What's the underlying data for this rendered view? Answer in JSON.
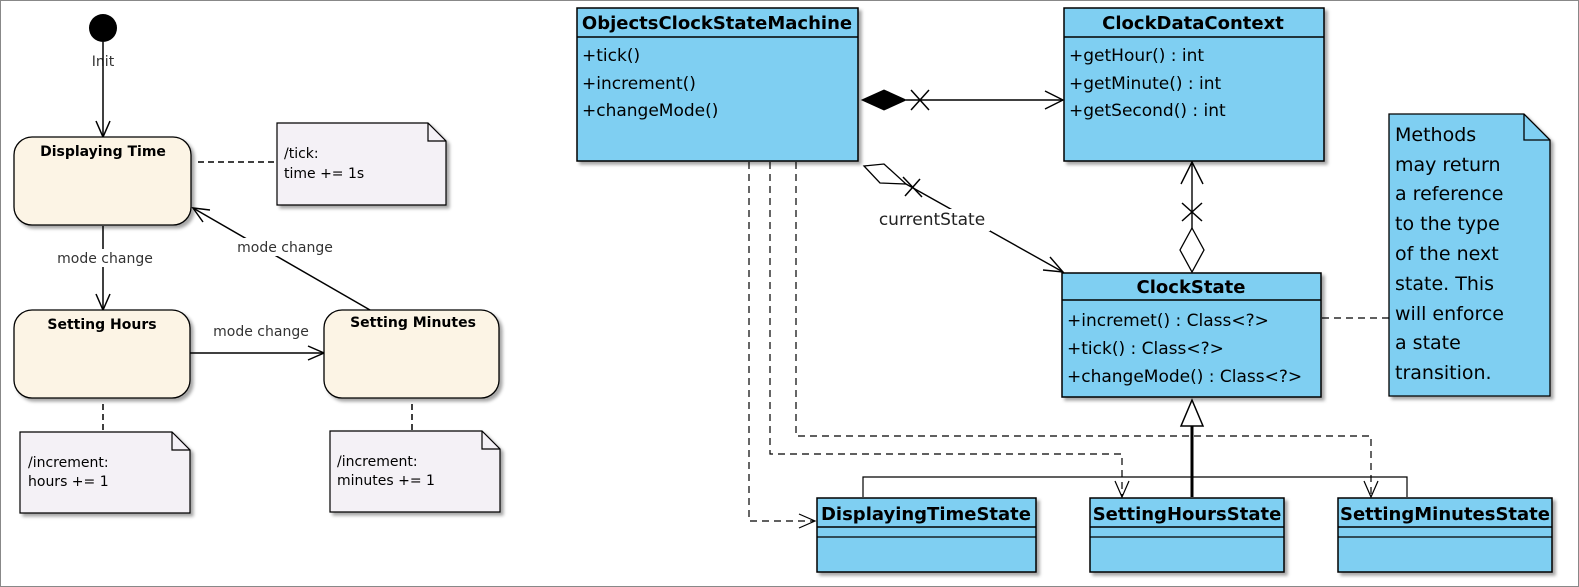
{
  "colors": {
    "state_fill": "#fcf4e5",
    "note_fill": "#f4f1f6",
    "class_fill": "#7fcff2",
    "line": "#000000"
  },
  "state_machine": {
    "init_label": "Init",
    "states": {
      "displaying_time": "Displaying Time",
      "setting_hours": "Setting Hours",
      "setting_minutes": "Setting Minutes"
    },
    "transitions": {
      "dt_to_sh": "mode change",
      "sh_to_sm": "mode change",
      "sm_to_dt": "mode change"
    },
    "notes": {
      "tick": [
        "/tick:",
        "time += 1s"
      ],
      "hours": [
        "/increment:",
        "hours += 1"
      ],
      "minutes": [
        "/increment:",
        "minutes += 1"
      ]
    }
  },
  "class_diagram": {
    "objects_clock_state_machine": {
      "name": "ObjectsClockStateMachine",
      "members": [
        "+tick()",
        "+increment()",
        "+changeMode()"
      ]
    },
    "clock_data_context": {
      "name": "ClockDataContext",
      "members": [
        "+getHour() : int",
        "+getMinute() : int",
        "+getSecond() : int"
      ]
    },
    "clock_state": {
      "name": "ClockState",
      "members": [
        "+incremet() : Class<?>",
        "+tick() : Class<?>",
        "+changeMode() : Class<?>"
      ]
    },
    "displaying_time_state": {
      "name": "DisplayingTimeState"
    },
    "setting_hours_state": {
      "name": "SettingHoursState"
    },
    "setting_minutes_state": {
      "name": "SettingMinutesState"
    },
    "association_label": "currentState",
    "note_lines": [
      "Methods",
      "may return",
      "a reference",
      "to the type",
      "of the next",
      "state. This",
      "will enforce",
      "a state",
      "transition."
    ]
  }
}
